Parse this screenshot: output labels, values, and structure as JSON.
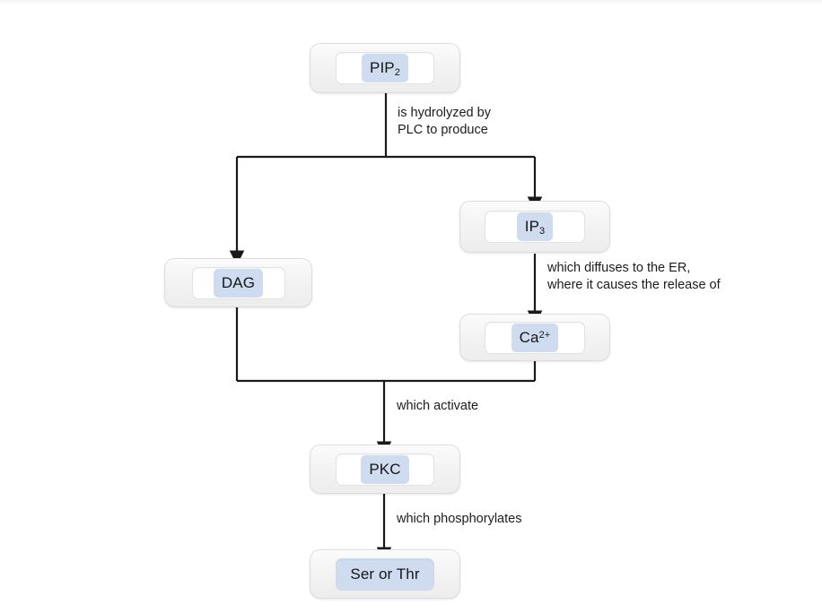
{
  "diagram": {
    "title": "PIP2 / PLC signaling pathway flowchart",
    "background_color": "#ffffff",
    "line_color": "#1a1a1a",
    "chip_color": "#cfdcef",
    "node_fill": "#f2f2f2",
    "nodes": [
      {
        "id": "pip2",
        "label_html": "PIP<sub>2</sub>",
        "label_text": "PIP2"
      },
      {
        "id": "ip3",
        "label_html": "IP<sub>3</sub>",
        "label_text": "IP3"
      },
      {
        "id": "dag",
        "label_html": "DAG",
        "label_text": "DAG"
      },
      {
        "id": "ca",
        "label_html": "Ca<sup>2+</sup>",
        "label_text": "Ca2+"
      },
      {
        "id": "pkc",
        "label_html": "PKC",
        "label_text": "PKC"
      },
      {
        "id": "serthr",
        "label_html": "Ser or Thr",
        "label_text": "Ser or Thr"
      }
    ],
    "edge_labels": {
      "hydrolyzed_line1": "is hydrolyzed by",
      "hydrolyzed_line2": "PLC to produce",
      "diffuses_line1": "which diffuses to the ER,",
      "diffuses_line2": "where it causes the release of",
      "activate": "which activate",
      "phosphorylates": "which phosphorylates"
    }
  }
}
